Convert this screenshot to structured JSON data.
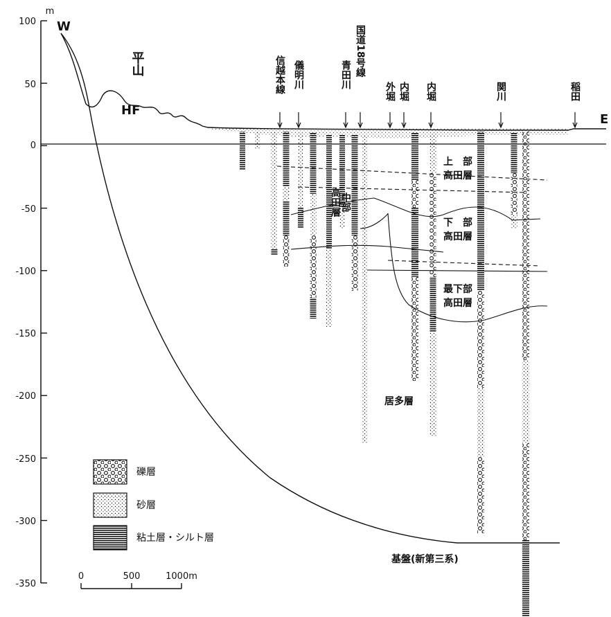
{
  "y_axis": {
    "unit": "m",
    "ticks": [
      "100",
      "50",
      "0",
      "-50",
      "-100",
      "-150",
      "-200",
      "-250",
      "-300",
      "-350"
    ]
  },
  "ends": {
    "west": "W",
    "east": "E"
  },
  "hill": {
    "name": "平山",
    "fault": "HF"
  },
  "locations": [
    "信越本線",
    "儀明川",
    "青田川",
    "国道18号線",
    "外堀",
    "内堀",
    "内堀",
    "関川",
    "稲田"
  ],
  "formations": {
    "upper": [
      "上　部",
      "高田層"
    ],
    "lower": [
      "下　部",
      "高田層"
    ],
    "lowest": [
      "最下部",
      "高田層"
    ],
    "middle": [
      "中部",
      "高田層"
    ],
    "taho": "居多層",
    "basement": "基盤(新第三系)"
  },
  "legend": [
    {
      "label": "礫層",
      "pattern": "gravel"
    },
    {
      "label": "砂層",
      "pattern": "sand"
    },
    {
      "label": "粘土層・シルト層",
      "pattern": "clay"
    }
  ],
  "scale_bar": {
    "labels": [
      "0",
      "500",
      "1000m"
    ]
  }
}
